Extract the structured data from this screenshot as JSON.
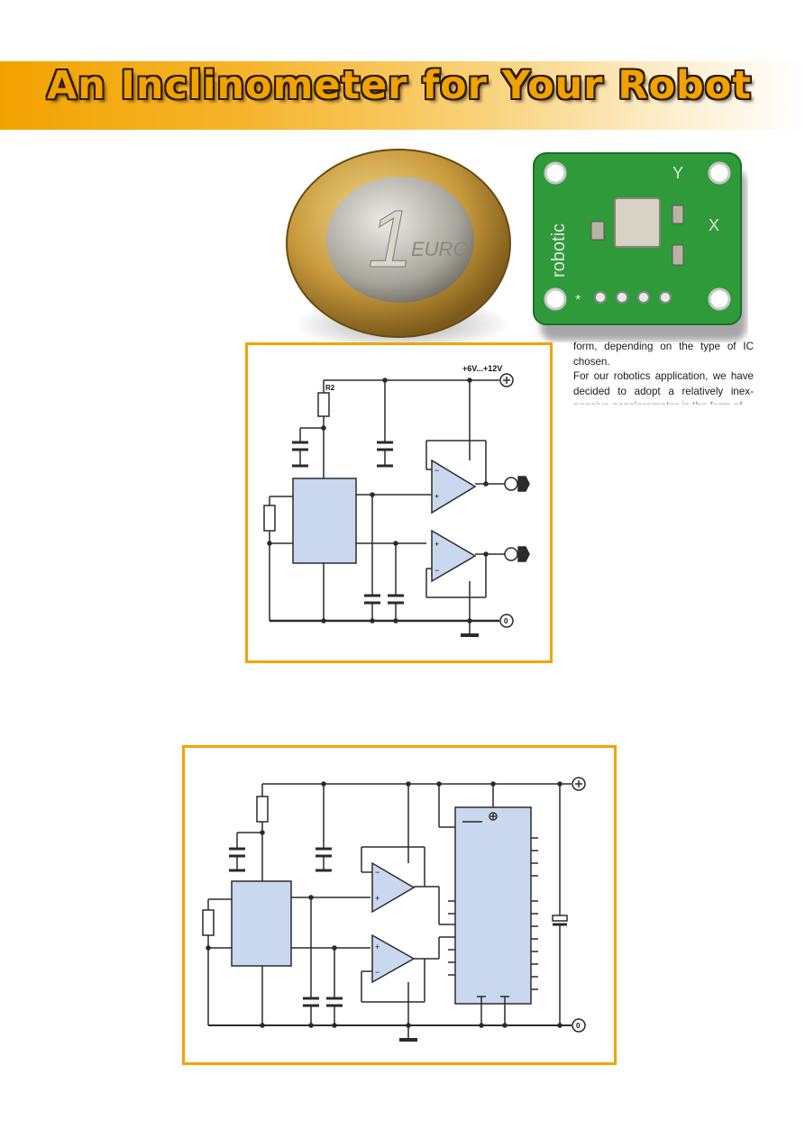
{
  "header": {
    "title": "An Inclinometer for Your Robot"
  },
  "photo": {
    "coin_text": "EURO",
    "board_brand": "robotic",
    "board_axis_y": "Y",
    "board_axis_x": "X",
    "board_star": "*"
  },
  "schematic1": {
    "supply_label": "+6V...+12V",
    "r2_label": "R2",
    "ground_label": "0",
    "plus": "+",
    "minus": "−"
  },
  "schematic2": {
    "ground_label": "0",
    "plus": "+",
    "minus": "−"
  },
  "body_text": {
    "paragraph1": "form, depending on the type of IC chosen.",
    "paragraph2": "For our robotics application, we have decided to adopt a relatively inex-pensive accelerometer in the form of"
  },
  "colors": {
    "banner": "#f3a300",
    "frame_border": "#f3a300",
    "chip_fill": "#c9d8ee",
    "pcb_green": "#2f9a3a"
  }
}
